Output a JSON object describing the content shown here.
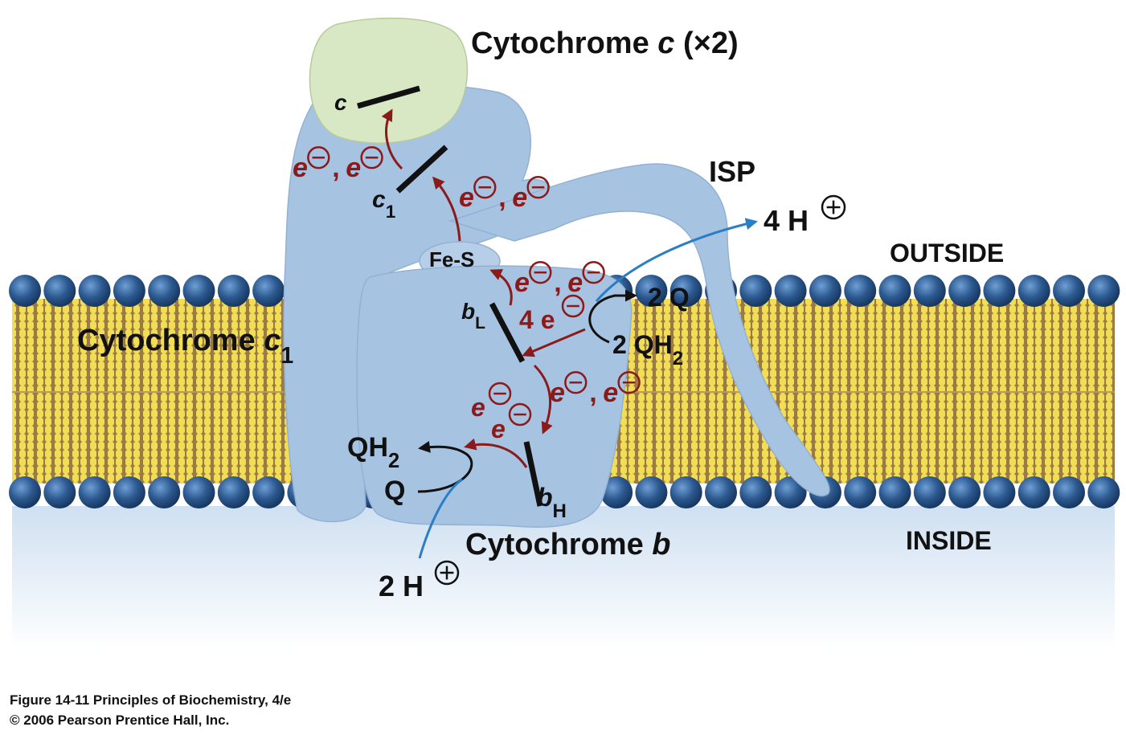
{
  "labels": {
    "cyt_c_top": "Cytochrome",
    "cyt_c_italic": "c",
    "cyt_c_mult": "(×2)",
    "heme_c": "c",
    "heme_c1_base": "c",
    "heme_c1_sub": "1",
    "isp": "ISP",
    "fes": "Fe-S",
    "outside": "OUTSIDE",
    "inside": "INSIDE",
    "cyt_c1_text": "Cytochrome",
    "cyt_c1_italic": "c",
    "cyt_c1_sub": "1",
    "bl_base": "b",
    "bl_sub": "L",
    "bh_base": "b",
    "bh_sub": "H",
    "cyt_b_text": "Cytochrome",
    "cyt_b_italic": "b",
    "four_h": "4 H",
    "two_h": "2 H",
    "two_q": "2 Q",
    "two_qh2_base": "2 QH",
    "two_qh2_sub": "2",
    "qh2_base": "QH",
    "qh2_sub": "2",
    "q": "Q",
    "e_pair": "e",
    "four_e": "4 e",
    "comma": ","
  },
  "caption": {
    "line1": "Figure 14-11  Principles of Biochemistry, 4/e",
    "line2": "© 2006 Pearson Prentice Hall, Inc."
  },
  "colors": {
    "protein": "#a7c3e2",
    "cyt_c": "#d8e8c4",
    "membrane_head": "#2d5a91",
    "lipid_tail": "#f0dd52",
    "electron_arrow": "#8b1a1a",
    "proton_arrow": "#2a7fc4"
  }
}
